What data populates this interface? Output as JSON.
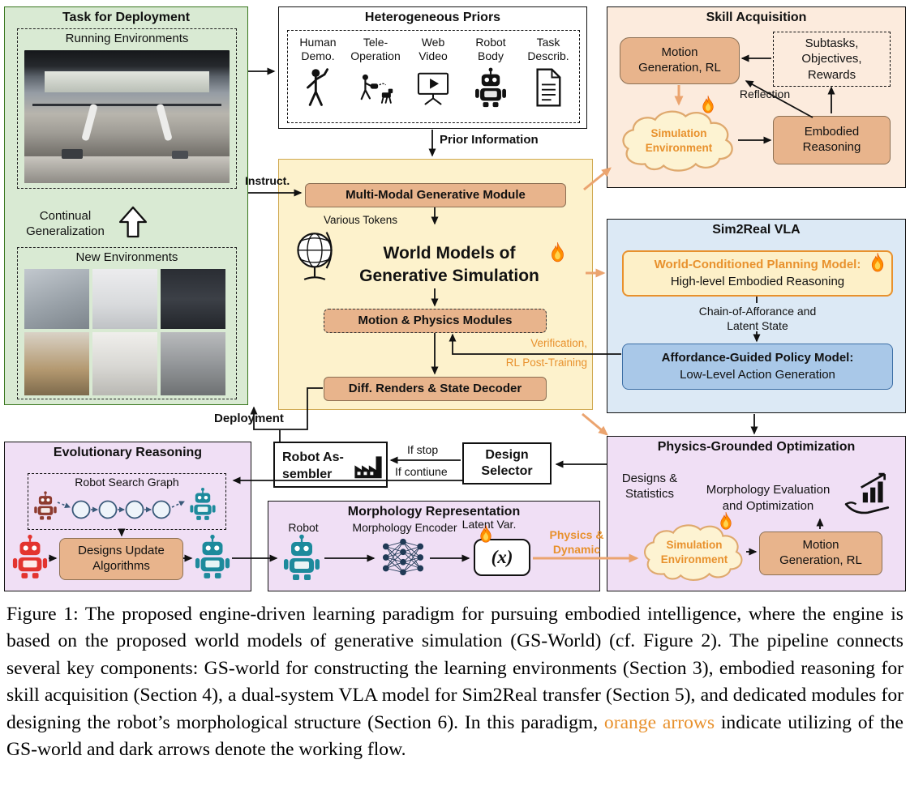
{
  "colors": {
    "orange_accent": "#e8912d",
    "orange_arrow": "#eba46f",
    "salmon_fill": "#e8b48c",
    "green_panel": "#d9ead3",
    "yellow_panel": "#fdf2cc",
    "peach_panel": "#fcebdd",
    "blue_panel": "#dce9f5",
    "purple_panel": "#f0dff5",
    "policy_blue": "#a9c8e8"
  },
  "diagram": {
    "task_deployment": {
      "title": "Task for Deployment",
      "running_env_label": "Running Environments",
      "continual_line1": "Continual",
      "continual_line2": "Generalization",
      "new_env_label": "New Environments"
    },
    "priors": {
      "title": "Heterogeneous Priors",
      "items": [
        {
          "line1": "Human",
          "line2": "Demo."
        },
        {
          "line1": "Tele-",
          "line2": "Operation"
        },
        {
          "line1": "Web",
          "line2": "Video"
        },
        {
          "line1": "Robot",
          "line2": "Body"
        },
        {
          "line1": "Task",
          "line2": "Describ."
        }
      ],
      "output_label": "Prior Information"
    },
    "gs_world": {
      "instruct_label": "Instruct.",
      "multimodal_module": "Multi-Modal Generative Module",
      "various_tokens": "Various Tokens",
      "title_line1": "World Models of",
      "title_line2": "Generative Simulation",
      "motion_physics": "Motion & Physics Modules",
      "diff_renders": "Diff. Renders & State Decoder",
      "verification_line1": "Verification,",
      "verification_line2": "RL Post-Training",
      "deployment_label": "Deployment"
    },
    "skill_acquisition": {
      "title": "Skill Acquisition",
      "motion_gen_line1": "Motion",
      "motion_gen_line2": "Generation, RL",
      "subtasks": "Subtasks, Objectives, Rewards",
      "reflection_label": "Reflection",
      "sim_env_line1": "Simulation",
      "sim_env_line2": "Environment",
      "embodied_line1": "Embodied",
      "embodied_line2": "Reasoning"
    },
    "sim2real": {
      "title": "Sim2Real VLA",
      "planning_line1": "World-Conditioned Planning Model:",
      "planning_line2": "High-level Embodied Reasoning",
      "chain_line1": "Chain-of-Afforance and",
      "chain_line2": "Latent State",
      "policy_line1": "Affordance-Guided Policy Model:",
      "policy_line2": "Low-Level Action Generation"
    },
    "physics_opt": {
      "title": "Physics-Grounded Optimization",
      "designs_line1": "Designs &",
      "designs_line2": "Statistics",
      "morph_eval_line1": "Morphology Evaluation",
      "morph_eval_line2": "and Optimization",
      "sim_env_line1": "Simulation",
      "sim_env_line2": "Environment",
      "motion_gen_line1": "Motion",
      "motion_gen_line2": "Generation, RL"
    },
    "evolutionary": {
      "title": "Evolutionary Reasoning",
      "search_graph_label": "Robot Search Graph",
      "designs_update_line1": "Designs Update",
      "designs_update_line2": "Algorithms"
    },
    "assembler": {
      "line1": "Robot As-",
      "line2": "sembler"
    },
    "selector": {
      "line1": "Design",
      "line2": "Selector"
    },
    "flow_labels": {
      "if_stop": "If stop",
      "if_continue": "If contiune"
    },
    "morphology": {
      "title": "Morphology Representation",
      "robot_label": "Robot",
      "encoder_label": "Morphology Encoder",
      "latent_label": "Latent Var.",
      "latent_symbol": "(x)",
      "physics_line1": "Physics &",
      "physics_line2": "Dynamic"
    }
  },
  "caption": {
    "figure_label": "Figure 1:",
    "before_orange": "  The proposed engine-driven learning paradigm for pursuing embodied intelligence, where the engine is based on the proposed world models of generative simulation (GS-World) (cf. Figure 2). The pipeline connects several key components: GS-world for constructing the learning environments (Section 3), embodied reasoning for skill acquisition (Section 4), a dual-system VLA model for Sim2Real transfer (Section 5), and dedicated modules for designing the robot’s morphological structure (Section 6). In this paradigm, ",
    "orange_text": "orange arrows",
    "after_orange": " indicate utilizing of the GS-world and dark arrows denote the working flow."
  }
}
